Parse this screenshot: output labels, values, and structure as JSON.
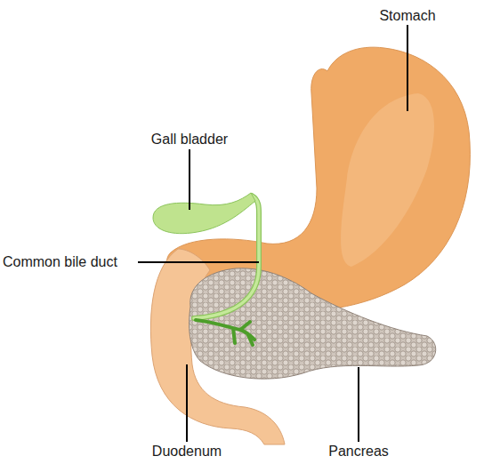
{
  "diagram": {
    "labels": [
      "Stomach",
      "Gall bladder",
      "Common bile duct",
      "Duodenum",
      "Pancreas"
    ]
  }
}
